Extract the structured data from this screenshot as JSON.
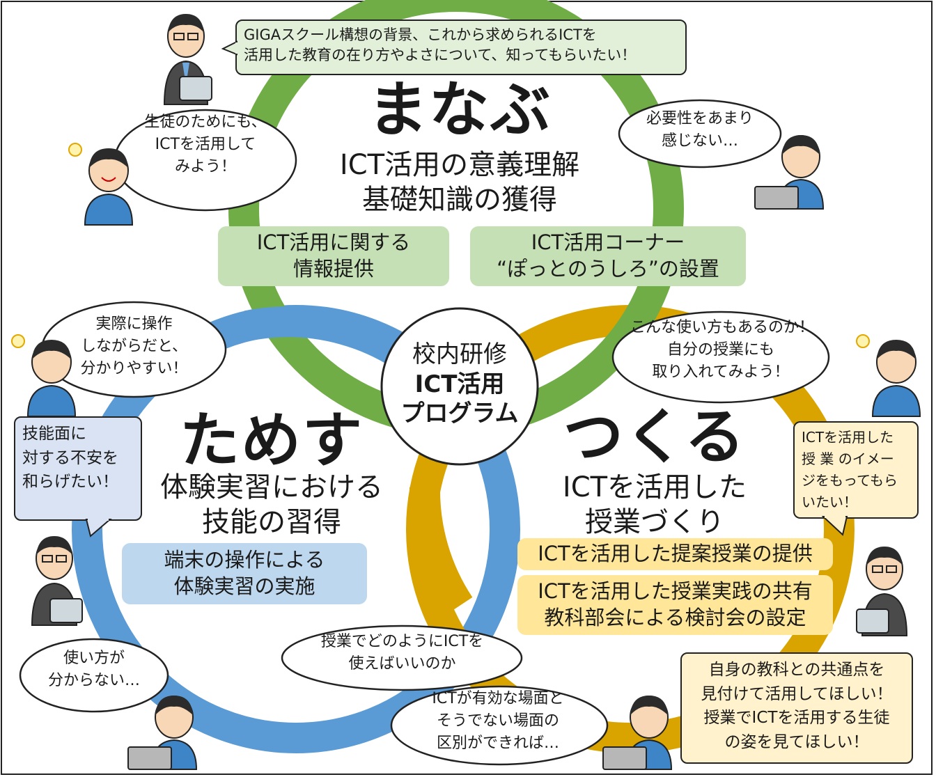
{
  "colors": {
    "green": "#70ad47",
    "blue": "#5b9bd5",
    "gold": "#d9a400",
    "green_box": "#c5e0b4",
    "blue_box": "#bdd7ee",
    "yellow_box": "#ffe699"
  },
  "center": {
    "line1": "校内研修",
    "line2": "ICT活用",
    "line3": "プログラム"
  },
  "manabu": {
    "title": "まなぶ",
    "sub1": "ICT活用の意義理解",
    "sub2": "基礎知識の獲得",
    "box1": [
      "ICT活用に関する",
      "情報提供"
    ],
    "box2": [
      "ICT活用コーナー",
      "“ぽっとのうしろ”の設置"
    ]
  },
  "tamesu": {
    "title": "ためす",
    "sub1": "体験実習における",
    "sub2": "技能の習得",
    "box1": [
      "端末の操作による",
      "体験実習の実施"
    ]
  },
  "tsukuru": {
    "title": "つくる",
    "sub1": "ICTを活用した",
    "sub2": "授業づくり",
    "box1": "ICTを活用した提案授業の提供",
    "box2": [
      "ICTを活用した授業実践の共有",
      "教科部会による検討会の設定"
    ]
  },
  "bubbles": {
    "top_speech": [
      "GIGAスクール構想の背景、これから求められるICTを",
      "活用した教育の在り方やよさについて、知ってもらいたい！"
    ],
    "left_speech": [
      "技能面に",
      "対する不安を",
      "和らげたい！"
    ],
    "right_speech": [
      "ICTを活用した",
      "授 業 のイメー",
      "ジをもってもら",
      "いたい！"
    ],
    "bottom_right_speech": [
      "自身の教科との共通点を",
      "見付けて活用してほしい！",
      "授業でICTを活用する生徒",
      "の姿を見てほしい！"
    ],
    "cloud_tl": [
      "生徒のためにも、",
      "ICTを活用して",
      "みよう！"
    ],
    "cloud_tr": [
      "必要性をあまり",
      "感じない…"
    ],
    "cloud_ml": [
      "実際に操作",
      "しながらだと、",
      "分かりやすい！"
    ],
    "cloud_mr": [
      "こんな使い方もあるのか！",
      "自分の授業にも",
      "取り入れてみよう！"
    ],
    "cloud_bl": [
      "使い方が",
      "分からない…"
    ],
    "cloud_bc1": [
      "授業でどのようにICTを",
      "使えばいいのか"
    ],
    "cloud_bc2": [
      "ICTが有効な場面と",
      "そうでない場面の",
      "区別ができれば…"
    ]
  }
}
